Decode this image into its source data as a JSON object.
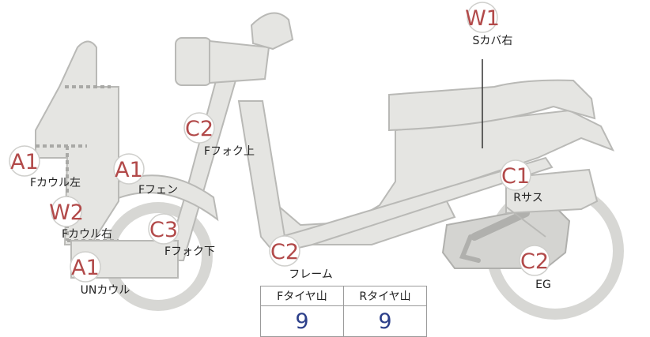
{
  "labels": [
    {
      "grade": "W1",
      "part": "Sカバ右"
    },
    {
      "grade": "C2",
      "part": "Fフォク上"
    },
    {
      "grade": "A1",
      "part": "Fカウル左"
    },
    {
      "grade": "A1",
      "part": "Fフェン"
    },
    {
      "grade": "C1",
      "part": "Rサス"
    },
    {
      "grade": "W2",
      "part": "Fカウル右"
    },
    {
      "grade": "C3",
      "part": "Fフォク下"
    },
    {
      "grade": "C2",
      "part": "フレーム"
    },
    {
      "grade": "A1",
      "part": "UNカウル"
    },
    {
      "grade": "C2",
      "part": "EG"
    }
  ],
  "tire_table": {
    "headers": [
      "Fタイヤ山",
      "Rタイヤ山"
    ],
    "values": [
      "9",
      "9"
    ]
  },
  "colors": {
    "grade": "#b24a4a",
    "tire_value": "#2c3f8a",
    "part_fill": "#e5e5e2"
  }
}
